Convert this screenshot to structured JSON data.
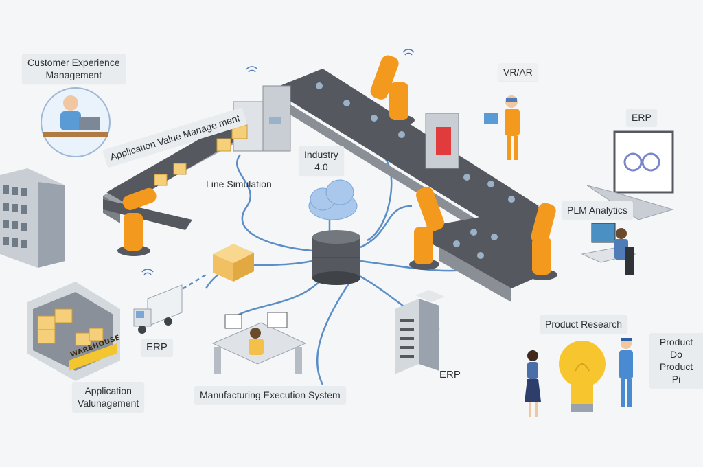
{
  "labels": {
    "customer_experience": "Customer Experience\nManagement",
    "app_value_management_top": "Application Value Manage ment",
    "line_simulation": "Line Simulation",
    "industry_40": "Industry\n4.0",
    "vr_ar": "VR/AR",
    "erp_top_right": "ERP",
    "plm_analytics": "PLM Analytics",
    "erp_truck": "ERP",
    "app_value_bottom": "Application\nValunagement",
    "mes": "Manufacturing Execution System",
    "erp_servers": "ERP",
    "product_research": "Product Research",
    "product_dev": "Product Do",
    "product_pi": "Product Pi"
  },
  "warehouse_sign": "WAREHOUSE",
  "colors": {
    "robot_orange": "#f39a1e",
    "conveyor": "#55585f",
    "cable_blue": "#5b8ec7",
    "cloud_blue": "#a9c8ec",
    "bulb_yellow": "#f7c62f"
  }
}
